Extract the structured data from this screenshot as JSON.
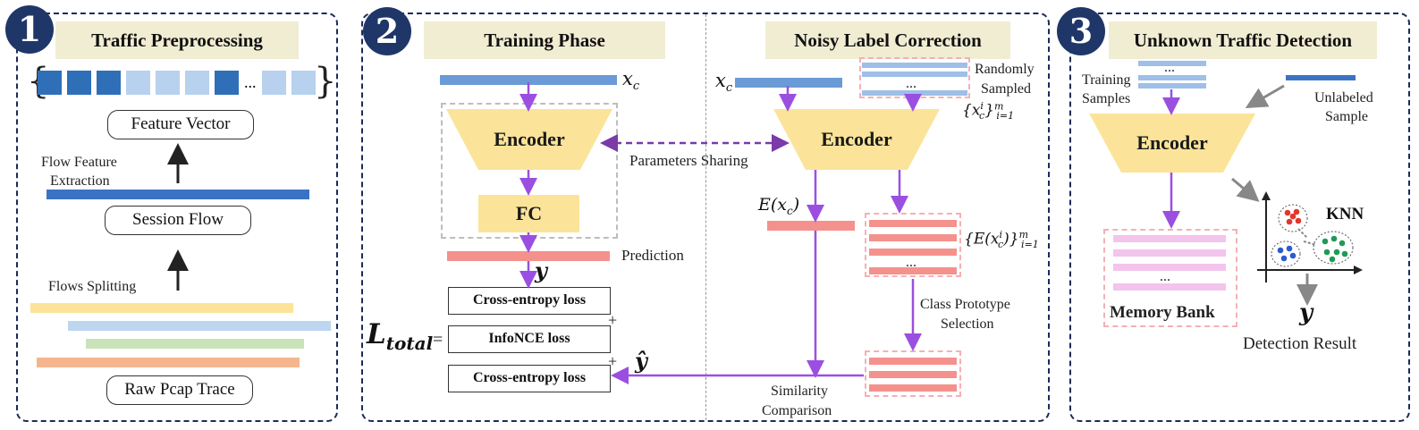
{
  "panel1": {
    "badge": "1",
    "title": "Traffic Preprocessing",
    "feature_vector": "Feature Vector",
    "flow_feature_extraction": "Flow Feature\nExtraction",
    "flow_feature_line1": "Flow Feature",
    "flow_feature_line2": "Extraction",
    "session_flow": "Session Flow",
    "flows_splitting": "Flows Splitting",
    "raw_pcap": "Raw Pcap Trace",
    "ellipsis": "...",
    "vector_cells": [
      "dark",
      "dark",
      "dark",
      "light",
      "light",
      "light",
      "dark",
      "ellipsis",
      "light",
      "light"
    ]
  },
  "panel2": {
    "badge": "2",
    "title_left": "Training Phase",
    "title_right": "Noisy Label Correction",
    "encoder": "Encoder",
    "fc": "FC",
    "prediction": "Prediction",
    "parameters_sharing": "Parameters Sharing",
    "x_c": "x",
    "x_c_sub": "c",
    "y": "y",
    "y_hat": "ŷ",
    "loss_ce1": "Cross-entropy loss",
    "loss_infonce": "InfoNCE loss",
    "loss_ce2": "Cross-entropy loss",
    "plus": "+",
    "L_total": "L",
    "L_total_sub": "total",
    "equals": "=",
    "randomly_sampled_1": "Randomly",
    "randomly_sampled_2": "Sampled",
    "sample_set": "{x",
    "sample_set_sup": "i",
    "sample_set_sub": "c",
    "sample_set_close": "}",
    "sample_set_m": "m",
    "sample_set_i1": "i=1",
    "E_xc": "E(x",
    "E_xc_sub": "c",
    "E_xc_close": ")",
    "E_set": "{E(x",
    "E_set_close": ")}",
    "class_proto_1": "Class Prototype",
    "class_proto_2": "Selection",
    "similarity_1": "Similarity",
    "similarity_2": "Comparison",
    "ellipsis": "..."
  },
  "panel3": {
    "badge": "3",
    "title": "Unknown Traffic Detection",
    "training_1": "Training",
    "training_2": "Samples",
    "unlabeled_1": "Unlabeled",
    "unlabeled_2": "Sample",
    "encoder": "Encoder",
    "memory_bank": "Memory Bank",
    "knn": "KNN",
    "y": "y",
    "detection_result": "Detection Result",
    "ellipsis": "..."
  },
  "colors": {
    "panel_border": "#1d2a5a",
    "badge": "#1f3768",
    "title_bg": "#f1edd3",
    "encoder": "#fbe49a",
    "arrow_purple": "#9b4fe0",
    "feature_blue": "#6b9bd6",
    "embedding_red": "#f4918c",
    "memory_pink": "#f3c4ec"
  }
}
